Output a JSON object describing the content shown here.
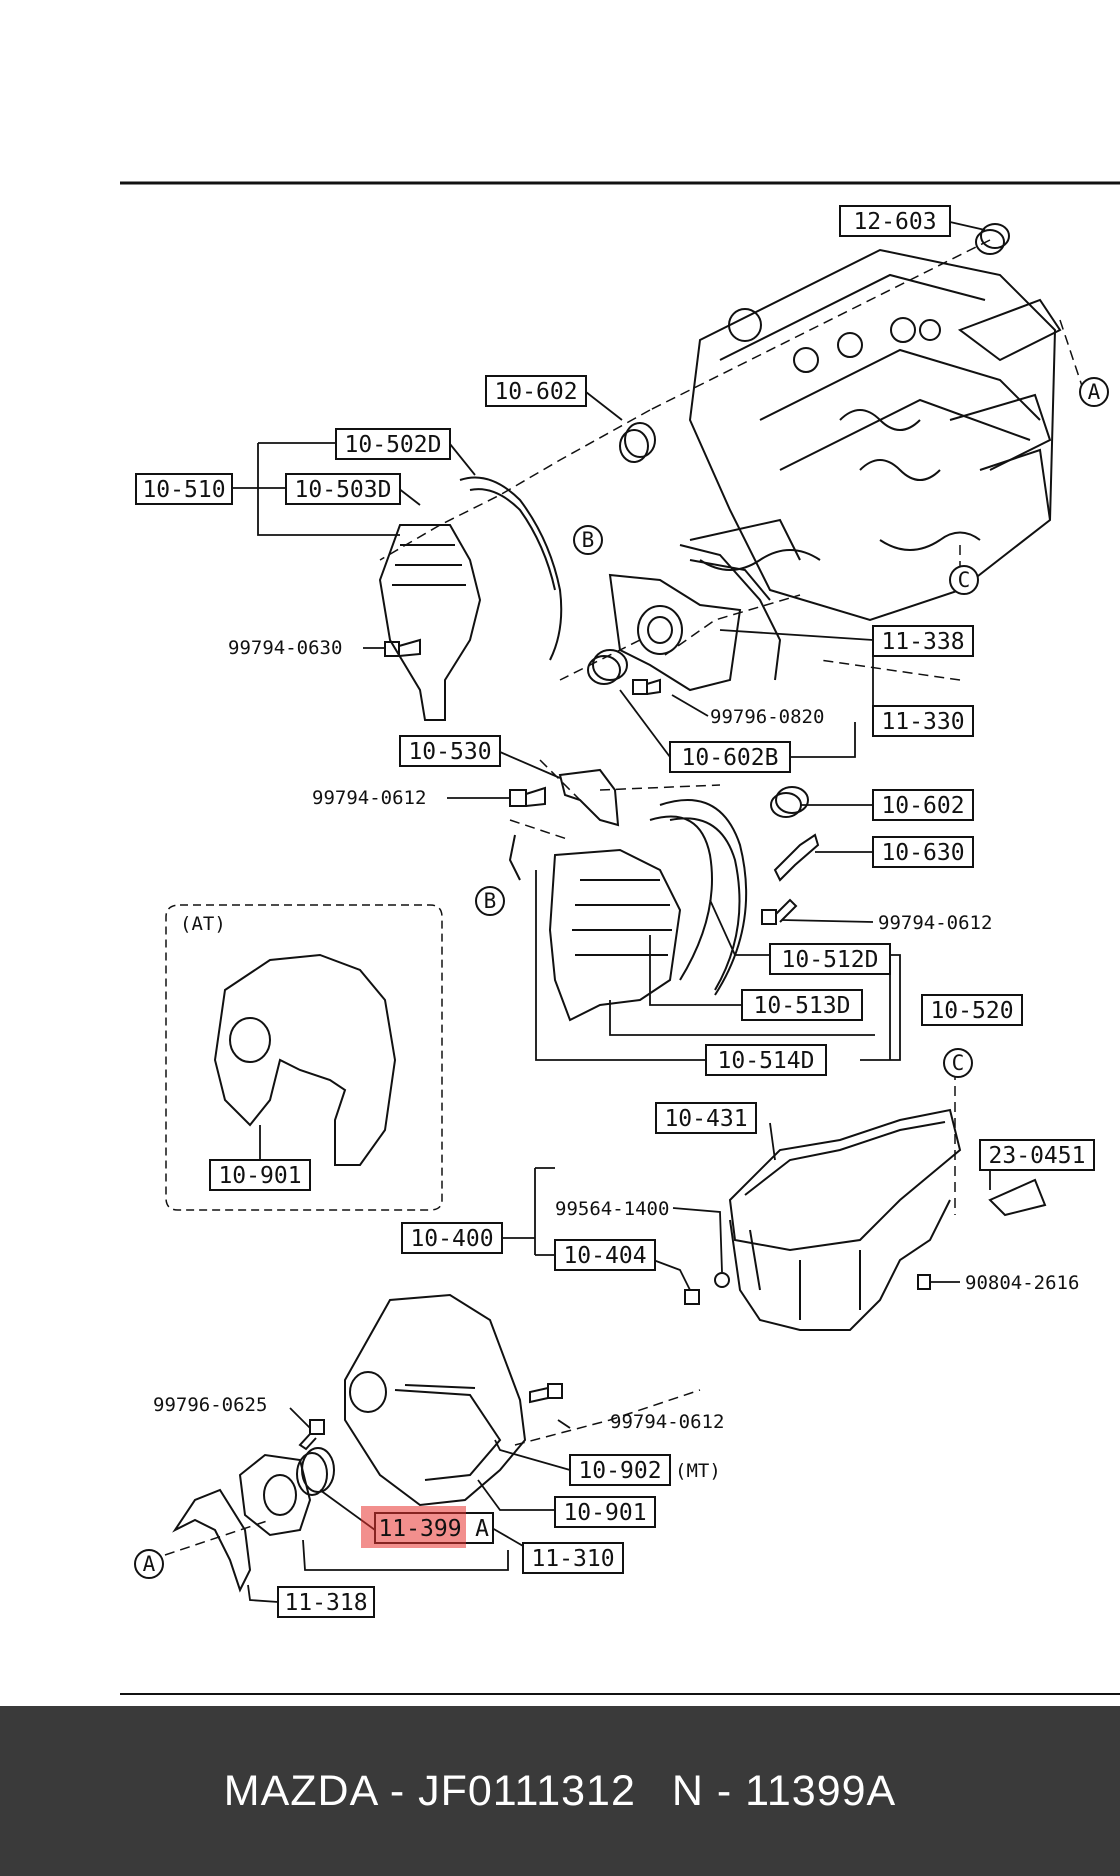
{
  "colors": {
    "highlight": "#e8332f",
    "bar_bg": "#3a3a3a",
    "bar_text": "#ffffff",
    "ink": "#111111"
  },
  "parts": {
    "p12_603": "12-603",
    "p10_602_top": "10-602",
    "p10_502d": "10-502D",
    "p10_510": "10-510",
    "p10_503d": "10-503D",
    "p99794_0630": "99794-0630",
    "p11_338": "11-338",
    "p99796_0820": "99796-0820",
    "p11_330": "11-330",
    "p10_602b": "10-602B",
    "p10_530": "10-530",
    "p99794_0612_a": "99794-0612",
    "p10_602_mid": "10-602",
    "p10_630": "10-630",
    "p99794_0612_b": "99794-0612",
    "p10_512d": "10-512D",
    "p10_513d": "10-513D",
    "p10_520": "10-520",
    "p10_514d": "10-514D",
    "at_label": "(AT)",
    "p10_901_at": "10-901",
    "p10_431": "10-431",
    "p23_0451": "23-0451",
    "p99564_1400": "99564-1400",
    "p10_400": "10-400",
    "p10_404": "10-404",
    "p90804_2616": "90804-2616",
    "p99796_0625": "99796-0625",
    "p99794_0612_c": "99794-0612",
    "p10_902": "10-902",
    "mt_label": "(MT)",
    "p10_901": "10-901",
    "p11_399": "11-399",
    "p11_399_suffix": "A",
    "p11_310": "11-310",
    "p11_318": "11-318"
  },
  "markers": {
    "a": "A",
    "b": "B",
    "c": "C"
  },
  "footer": {
    "brand_part": "MAZDA - JF0111312",
    "ref": "N - 11399A"
  }
}
